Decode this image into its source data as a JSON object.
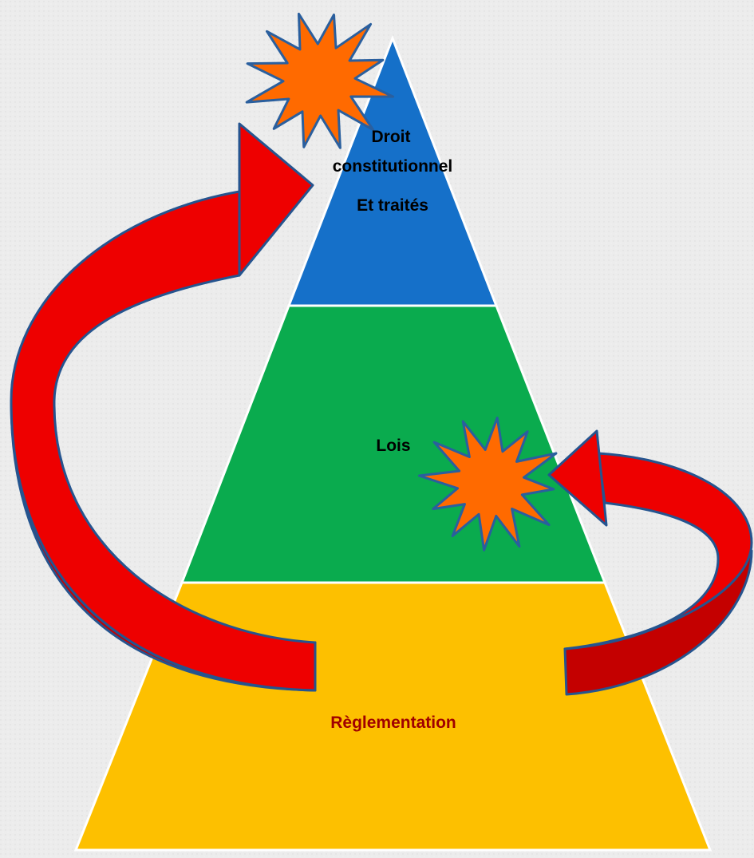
{
  "pyramid": {
    "levels": [
      {
        "id": "top",
        "lines": [
          "Droit",
          "constitutionnel",
          "Et traités"
        ],
        "color": "#1570c9",
        "text_color": "#000000"
      },
      {
        "id": "middle",
        "lines": [
          "Lois"
        ],
        "color": "#0aab4e",
        "text_color": "#000000"
      },
      {
        "id": "bottom",
        "lines": [
          "Règlementation"
        ],
        "color": "#fdc000",
        "text_color": "#a00000"
      }
    ]
  },
  "arrows": [
    {
      "from": "bottom",
      "to": "top",
      "color": "#ee0000"
    },
    {
      "from": "bottom",
      "to": "middle",
      "color": "#ee0000"
    }
  ],
  "bursts": {
    "color": "#ff6a00",
    "outline": "#2a5f9e"
  }
}
